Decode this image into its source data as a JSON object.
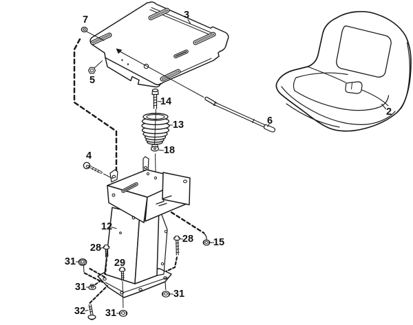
{
  "diagram": {
    "kind": "exploded-parts-diagram",
    "subject": "Seat assembly",
    "background_color": "#ffffff",
    "line_color": "#1a1a1a",
    "label_color": "#111111",
    "labels": [
      {
        "text": "7",
        "part": "locknut"
      },
      {
        "text": "3",
        "part": "seat-mounting-plate"
      },
      {
        "text": "5",
        "part": "hex-nut"
      },
      {
        "text": "2",
        "part": "seat"
      },
      {
        "text": "6",
        "part": "adjustment-rod"
      },
      {
        "text": "14",
        "part": "hex-bolt"
      },
      {
        "text": "13",
        "part": "compression-spring"
      },
      {
        "text": "18",
        "part": "flange-nut"
      },
      {
        "text": "4",
        "part": "shoulder-bolt"
      },
      {
        "text": "12",
        "part": "seat-pedestal"
      },
      {
        "text": "15",
        "part": "flange-nut"
      },
      {
        "text": "28",
        "part": "flange-bolt-left"
      },
      {
        "text": "28",
        "part": "flange-bolt-right"
      },
      {
        "text": "29",
        "part": "flange-bolt-center"
      },
      {
        "text": "31",
        "part": "flange-nut-a"
      },
      {
        "text": "31",
        "part": "flange-nut-b"
      },
      {
        "text": "31",
        "part": "flange-nut-c"
      },
      {
        "text": "31",
        "part": "flange-nut-d"
      },
      {
        "text": "32",
        "part": "carriage-bolt"
      }
    ]
  }
}
